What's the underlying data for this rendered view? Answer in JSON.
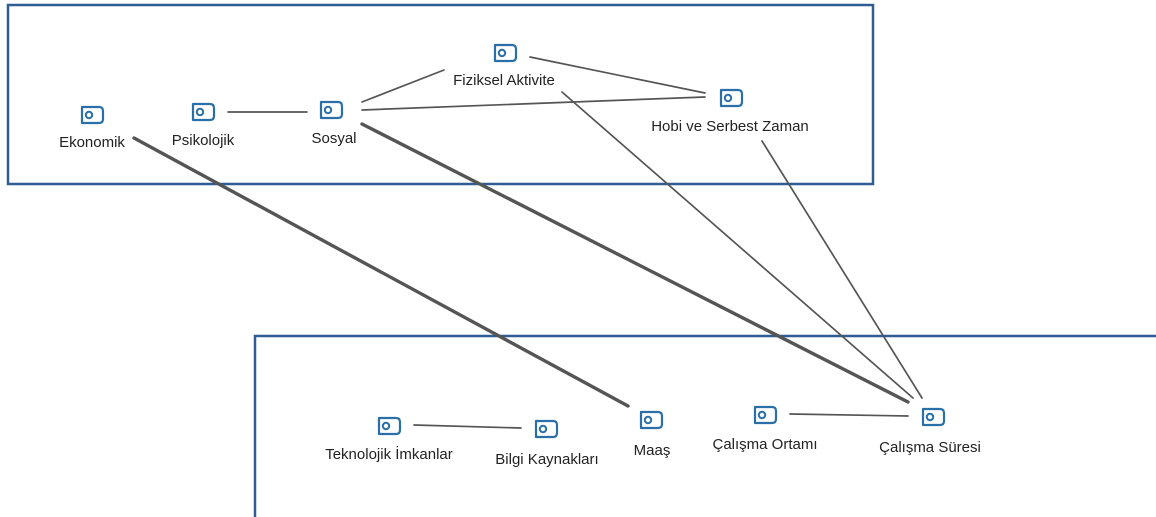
{
  "colors": {
    "frame": "#2f5d93",
    "icon": "#2a6fa8",
    "edge": "#555555",
    "text": "#222222"
  },
  "icon_name": "tag-icon",
  "groups": [
    {
      "id": "top-group"
    },
    {
      "id": "bottom-group"
    }
  ],
  "nodes": [
    {
      "id": "ekonomik",
      "label": "Ekonomik"
    },
    {
      "id": "psikolojik",
      "label": "Psikolojik"
    },
    {
      "id": "sosyal",
      "label": "Sosyal"
    },
    {
      "id": "fiziksel-aktivite",
      "label": "Fiziksel Aktivite"
    },
    {
      "id": "hobi-ve-serbest-zaman",
      "label": "Hobi ve Serbest Zaman"
    },
    {
      "id": "teknolojik-imkanlar",
      "label": "Teknolojik İmkanlar"
    },
    {
      "id": "bilgi-kaynaklari",
      "label": "Bilgi Kaynakları"
    },
    {
      "id": "maas",
      "label": "Maaş"
    },
    {
      "id": "calisma-ortami",
      "label": "Çalışma Ortamı"
    },
    {
      "id": "calisma-suresi",
      "label": "Çalışma Süresi"
    }
  ],
  "edges": [
    {
      "from": "psikolojik",
      "to": "sosyal",
      "weight": 1
    },
    {
      "from": "sosyal",
      "to": "fiziksel-aktivite",
      "weight": 1
    },
    {
      "from": "sosyal",
      "to": "hobi-ve-serbest-zaman",
      "weight": 1
    },
    {
      "from": "fiziksel-aktivite",
      "to": "hobi-ve-serbest-zaman",
      "weight": 1
    },
    {
      "from": "ekonomik",
      "to": "maas",
      "weight": 2
    },
    {
      "from": "sosyal",
      "to": "calisma-suresi",
      "weight": 2
    },
    {
      "from": "fiziksel-aktivite",
      "to": "calisma-suresi",
      "weight": 1
    },
    {
      "from": "hobi-ve-serbest-zaman",
      "to": "calisma-suresi",
      "weight": 1
    },
    {
      "from": "teknolojik-imkanlar",
      "to": "bilgi-kaynaklari",
      "weight": 1
    },
    {
      "from": "calisma-ortami",
      "to": "calisma-suresi",
      "weight": 1
    }
  ]
}
